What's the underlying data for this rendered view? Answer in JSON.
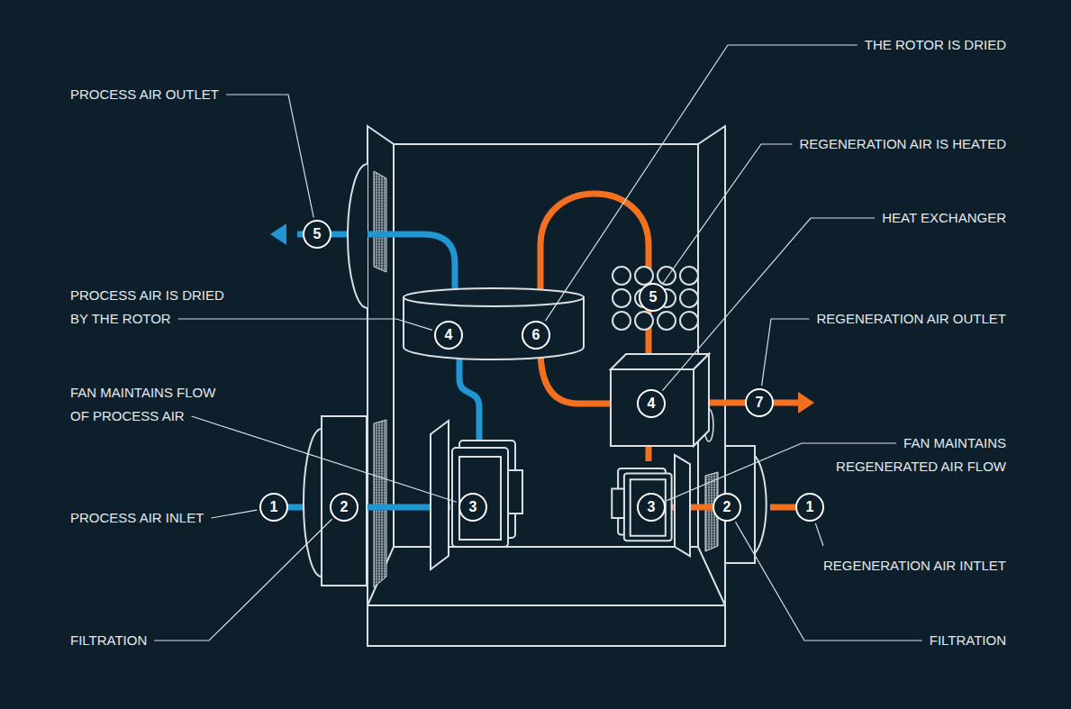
{
  "diagram": {
    "labels": [
      "THE ROTOR IS DRIED",
      "PROCESS AIR OUTLET",
      "REGENERATION AIR IS HEATED",
      "HEAT EXCHANGER",
      "5",
      "PROCESS AIR IS DRIED BY THE ROTOR",
      "5",
      "REGENERATION AIR OUTLET",
      "4",
      "6",
      "FAN MAINTAINS FLOW OF PROCESS AIR",
      "4",
      "7",
      "FAN MAINTAINS REGENERATED AIR FLOW",
      "1",
      "2",
      "3",
      "3",
      "2",
      "1",
      "PROCESS AIR INLET",
      "REGENERATION AIR INTLET",
      "FILTRATION",
      "FILTRATION"
    ]
  }
}
